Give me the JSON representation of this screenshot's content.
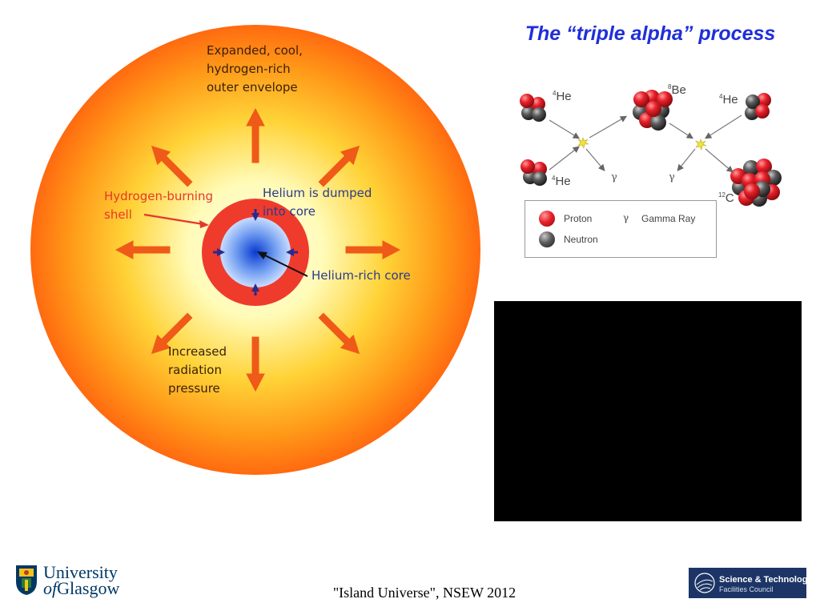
{
  "slide": {
    "title": "The “triple alpha” process",
    "footer": "\"Island Universe\", NSEW 2012"
  },
  "star_diagram": {
    "labels": {
      "envelope": [
        "Expanded, cool,",
        "hydrogen-rich",
        "outer envelope"
      ],
      "shell": [
        "Hydrogen-burning",
        "shell"
      ],
      "dumped": [
        "Helium is dumped",
        "into core"
      ],
      "core": "Helium-rich core",
      "pressure": [
        "Increased",
        "radiation",
        "pressure"
      ]
    },
    "colors": {
      "outer": "#ff6a10",
      "mid": "#ffb21e",
      "inner": "#fffbb8",
      "shell": "#ef3b2c",
      "core": "#1d50d8",
      "arrow": "#ef5a18",
      "label_red": "#e8362a",
      "label_blue": "#2b3a8c"
    }
  },
  "reaction": {
    "isotopes": {
      "he_top": {
        "mass": "4",
        "symbol": "He"
      },
      "he_bottom": {
        "mass": "4",
        "symbol": "He"
      },
      "be": {
        "mass": "8",
        "symbol": "Be"
      },
      "he_right": {
        "mass": "4",
        "symbol": "He"
      },
      "c": {
        "mass": "12",
        "symbol": "C"
      }
    },
    "gamma": "γ",
    "legend": {
      "proton": "Proton",
      "neutron": "Neutron",
      "gamma_symbol": "γ",
      "gamma": "Gamma Ray"
    },
    "colors": {
      "proton": "#e8202a",
      "neutron": "#5a5a5a",
      "spark": "#f2e23a"
    }
  },
  "logos": {
    "university_line1": "University",
    "university_line2_italic": "of",
    "university_line2": "Glasgow",
    "stfc_line1": "Science & Technology",
    "stfc_line2": "Facilities Council"
  }
}
